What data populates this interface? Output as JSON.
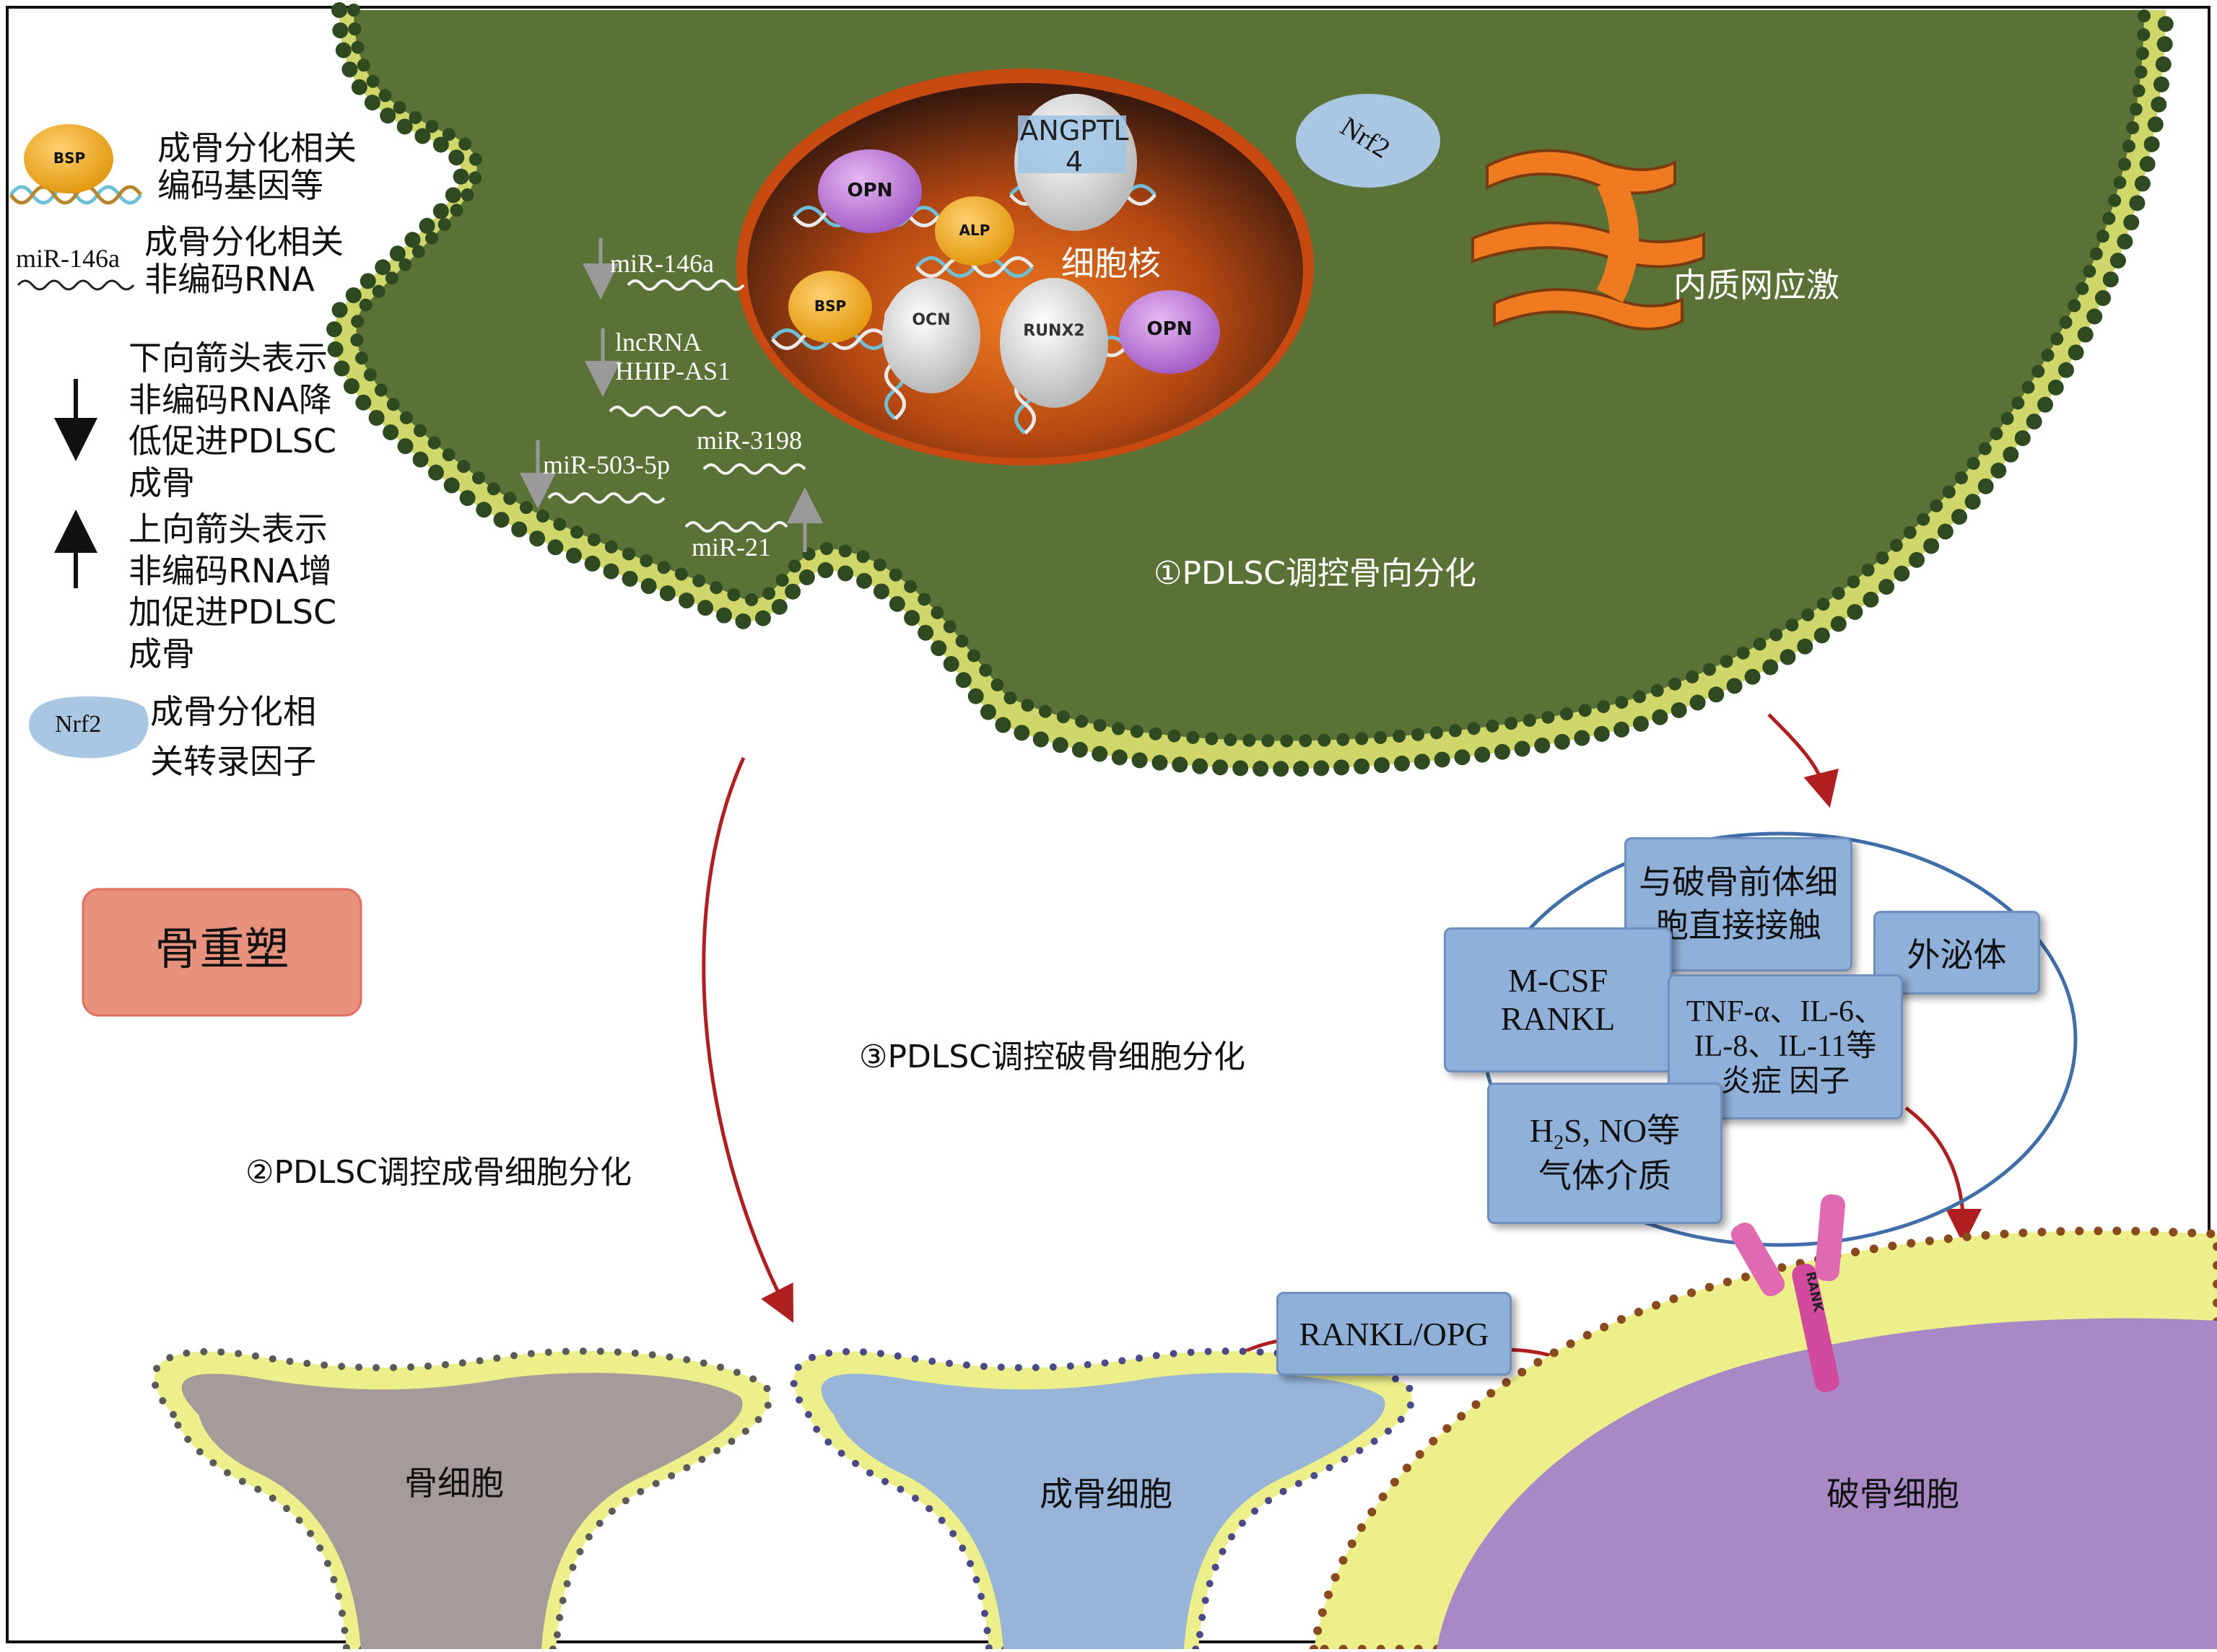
{
  "legend": {
    "bsp_badge": "BSP",
    "coding_gene_text": "成骨分化相关\n编码基因等",
    "mirna_example": "miR-146a",
    "noncoding_text": "成骨分化相关\n非编码RNA",
    "down_arrow_text": "下向箭头表示\n非编码RNA降\n低促进PDLSC\n成骨",
    "up_arrow_text": "上向箭头表示\n非编码RNA增\n加促进PDLSC\n成骨",
    "nrf2_badge": "Nrf2",
    "tf_text": "成骨分化相\n关转录因子"
  },
  "remodel_button": "骨重塑",
  "cell": {
    "nucleus_label": "细胞核",
    "er_label": "内质网应激",
    "nrf2_label": "Nrf2",
    "title_1": "①PDLSC调控骨向分化",
    "proteins": {
      "angptl4": "ANGPTL\n4",
      "opn1": "OPN",
      "alp": "ALP",
      "bsp": "BSP",
      "ocn": "OCN",
      "runx2": "RUNX2",
      "opn2": "OPN"
    },
    "rnas": {
      "mir146a": "miR-146a",
      "lncrna": "lncRNA\nHHIP-AS1",
      "mir503": "miR-503-5p",
      "mir3198": "miR-3198",
      "mir21": "miR-21"
    }
  },
  "label_2": "②PDLSC调控成骨细胞分化",
  "label_3": "③PDLSC调控破骨细胞分化",
  "factors": {
    "contact": "与破骨前体细\n胞直接接触",
    "mcsf": "M-CSF\nRANKL",
    "exosome": "外泌体",
    "tnf": "TNF-α、IL-6、\nIL-8、IL-11等\n炎症 因子",
    "gas_pre": "H",
    "gas_sub": "2",
    "gas_post": "S, NO等\n气体介质"
  },
  "rankl_opg": "RANKL/OPG",
  "rank_label": "RANK",
  "cells": {
    "osteocyte": "骨细胞",
    "osteoblast": "成骨细胞",
    "osteoclast": "破骨细胞"
  },
  "colors": {
    "cell_green": "#5a7236",
    "membrane_head": "#3e5a2a",
    "membrane_tail": "#e9ef68",
    "nucleus_inner": "#e8641a",
    "nucleus_rim": "#c94a10",
    "osteocyte_fill": "#a59b9b",
    "osteoblast_fill": "#98b4d8",
    "osteoclast_fill": "#a889c6",
    "remodel_fill": "#e8917c",
    "box_fill": "#8fb0d8",
    "arrow_red": "#b01f1f"
  }
}
